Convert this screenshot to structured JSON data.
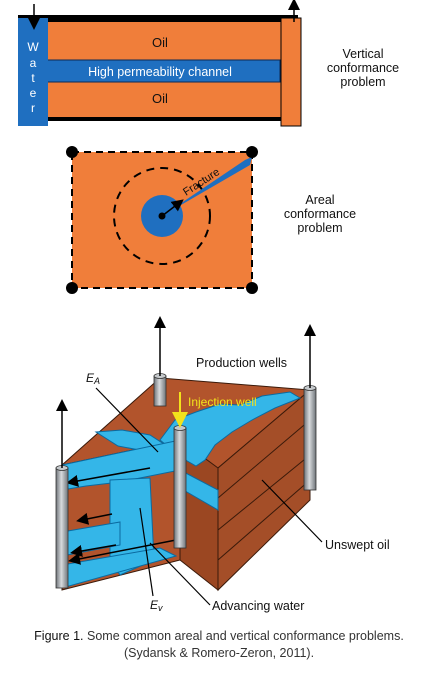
{
  "vertical": {
    "water_letters": [
      "W",
      "a",
      "t",
      "e",
      "r"
    ],
    "oil_top": "Oil",
    "channel": "High permeability channel",
    "oil_bottom": "Oil",
    "title_lines": [
      "Vertical",
      "conformance",
      "problem"
    ]
  },
  "areal": {
    "fracture": "Fracture",
    "title_lines": [
      "Areal",
      "conformance",
      "problem"
    ]
  },
  "block": {
    "production_wells": "Production wells",
    "injection_well": "Injection well",
    "ea_main": "E",
    "ea_sub": "A",
    "ev_main": "E",
    "ev_sub": "v",
    "unswept": "Unswept oil",
    "advancing": "Advancing water"
  },
  "caption": {
    "figure": "Figure 1.",
    "text": " Some common areal and vertical conformance problems.",
    "citation": "(Sydansk & Romero-Zeron, 2011)."
  },
  "colors": {
    "oil": "#F07E3A",
    "water": "#1F6FC0",
    "blue_light": "#34B6E8",
    "rock": "#B2542C",
    "rock_dark": "#8E3E1E",
    "well": "#9EA3A8",
    "highlight": "#F2E21C"
  }
}
